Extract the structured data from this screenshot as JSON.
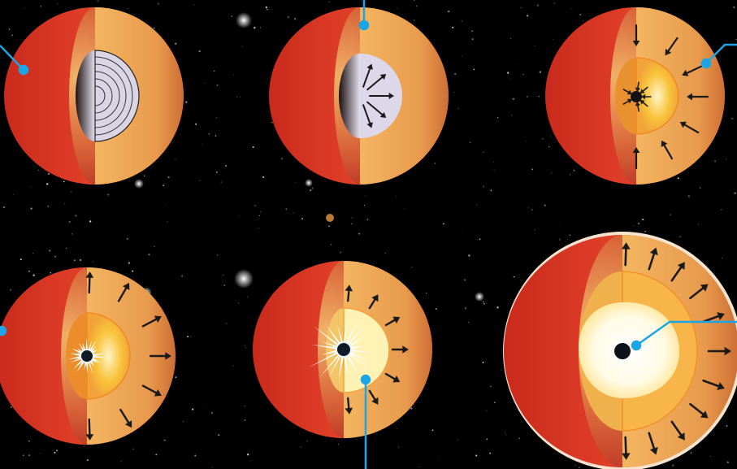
{
  "diagram": {
    "panels": [
      {
        "id": "stage-1",
        "inner": "layered-core"
      },
      {
        "id": "stage-2",
        "inner": "collapsing-core"
      },
      {
        "id": "stage-3",
        "inner": "infall"
      },
      {
        "id": "stage-4",
        "inner": "bounce-shock"
      },
      {
        "id": "stage-5",
        "inner": "shock-breakout"
      },
      {
        "id": "stage-6",
        "inner": "neutron-star-remnant"
      }
    ],
    "colors": {
      "background": "#000000",
      "callout": "#1aa6e6",
      "outer_shell": "#e7a052",
      "inner_shell": "#d63a24",
      "core_glow": "#f6c13a",
      "arrow": "#1a1a1a"
    }
  }
}
